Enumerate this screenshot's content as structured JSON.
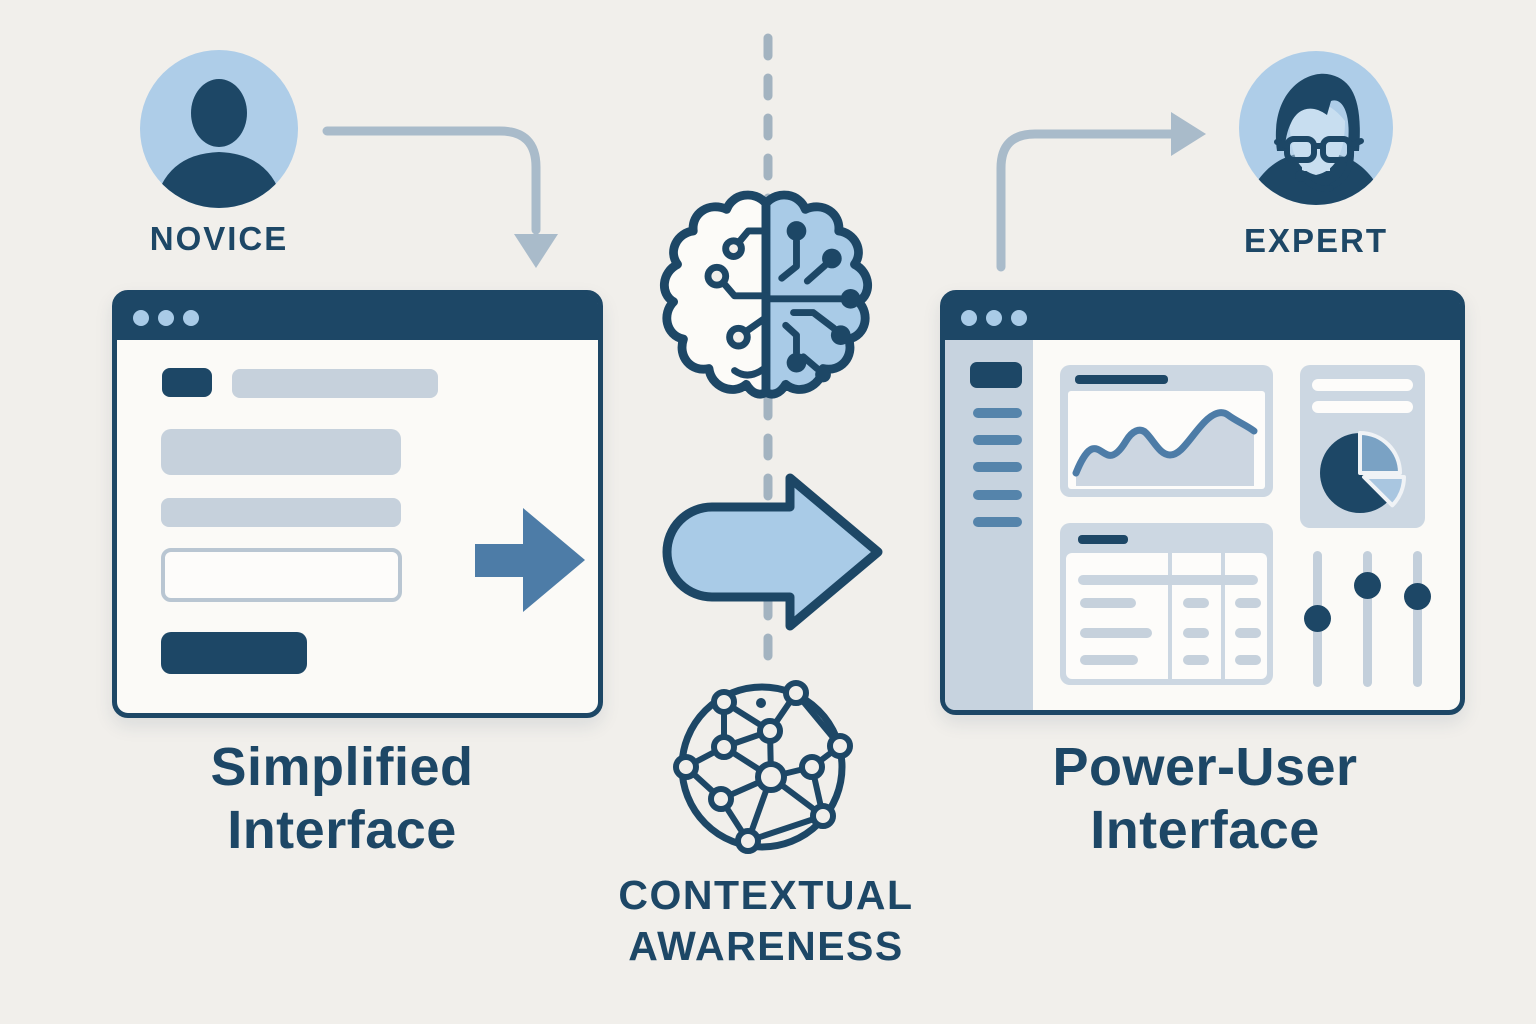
{
  "title": "Adaptive UI infographic: novice simplified interface transforms via contextual awareness into expert power-user interface",
  "colors": {
    "bg": "#f1efeb",
    "navy": "#1d4766",
    "lightblue": "#a9cbe7",
    "midblue": "#4d7ca7",
    "steel": "#a9bbca",
    "bar": "#c6d1dc",
    "sidebar": "#c7d3df",
    "sidebaritem": "#5584ab",
    "card": "#ccd7e2",
    "panel": "#fbfaf7",
    "piemid": "#7aa2c4",
    "pielight": "#a9c6e0",
    "face": "#c8def0",
    "dash": "#a3b3c0",
    "avatarbg": "#aecde8"
  },
  "left": {
    "persona_label": "NOVICE",
    "caption_line1": "Simplified",
    "caption_line2": "Interface"
  },
  "center": {
    "caption_line1": "CONTEXTUAL",
    "caption_line2": "AWARENESS"
  },
  "right": {
    "persona_label": "EXPERT",
    "caption_line1": "Power-User",
    "caption_line2": "Interface"
  },
  "icons": {
    "novice_avatar": "person-silhouette-icon",
    "expert_avatar": "person-with-glasses-headset-icon",
    "brain": "half-digital-brain-icon",
    "network": "connected-network-globe-icon",
    "transform_arrow": "right-arrow-icon",
    "connector_left": "curved-arrow-down-icon",
    "connector_right": "curved-arrow-right-icon",
    "simplified_window": "browser-window-form-mockup",
    "power_window": "browser-window-dashboard-mockup"
  }
}
